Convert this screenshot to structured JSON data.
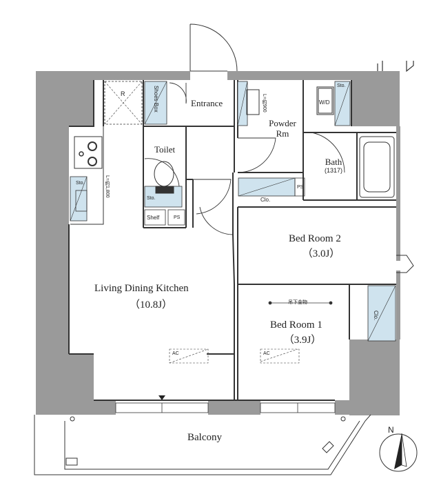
{
  "rooms": {
    "ldk": {
      "name": "Living Dining Kitchen",
      "size": "（10.8J）"
    },
    "bed1": {
      "name": "Bed Room 1",
      "size": "（3.9J）"
    },
    "bed2": {
      "name": "Bed Room 2",
      "size": "（3.0J）"
    },
    "entrance": "Entrance",
    "toilet": "Toilet",
    "powder": {
      "line1": "Powder",
      "line2": "Rm"
    },
    "bath": {
      "name": "Bath",
      "size": "(1317)"
    },
    "balcony": "Balcony"
  },
  "fixtures": {
    "shoes_box": "Shoes Box",
    "shelf": "Shelf",
    "ps1": "PS",
    "ps2": "PS",
    "clo1": "Clo.",
    "clo2": "Clo.",
    "wd": "W/D",
    "sto_kitchen": "Sto.",
    "sto_toilet": "Sto.",
    "sto_wd": "Sto.",
    "ac1": "AC",
    "ac2": "AC",
    "r": "R",
    "kitchen_length": "L=約1,800",
    "vanity_length": "L=約900",
    "ceiling_note": "吊下金物"
  },
  "compass": {
    "letter": "N"
  },
  "colors": {
    "wall": "#9a9a9a",
    "storage": "#cfe3ee",
    "line": "#333333"
  }
}
